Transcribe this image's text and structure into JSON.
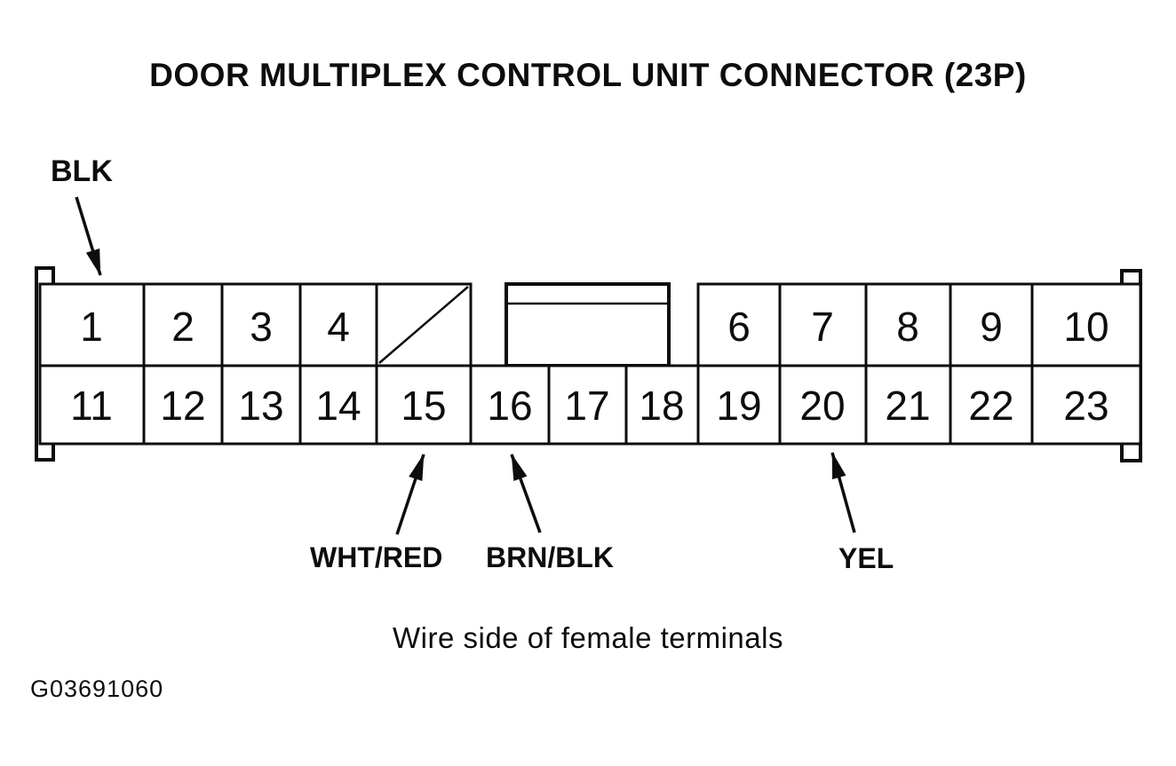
{
  "title": "DOOR MULTIPLEX CONTROL UNIT CONNECTOR (23P)",
  "connector": {
    "top_row_pins": [
      "1",
      "2",
      "3",
      "4",
      "6",
      "7",
      "8",
      "9",
      "10"
    ],
    "bottom_row_pins": [
      "11",
      "12",
      "13",
      "14",
      "15",
      "16",
      "17",
      "18",
      "19",
      "20",
      "21",
      "22",
      "23"
    ]
  },
  "wire_labels": [
    {
      "text": "BLK",
      "target": "connector housing"
    },
    {
      "text": "WHT/RED",
      "target_pin": "15"
    },
    {
      "text": "BRN/BLK",
      "target_pin": "16"
    },
    {
      "text": "YEL",
      "target_pin": "20"
    }
  ],
  "caption": "Wire side of female terminals",
  "figure_id": "G03691060",
  "colors": {
    "ink": "#0d0d0d",
    "paper": "#ffffff"
  }
}
